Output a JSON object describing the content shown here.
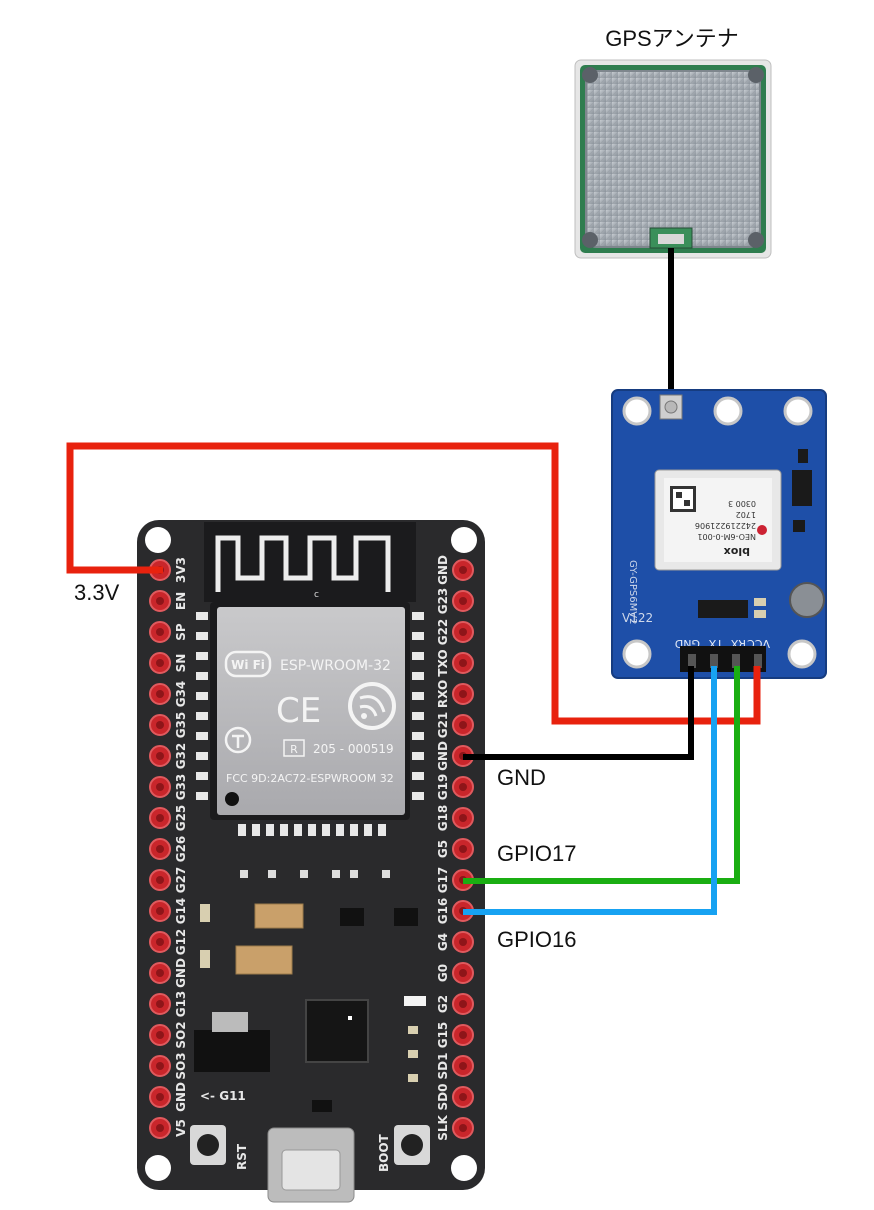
{
  "labels": {
    "antenna_title": "GPSアンテナ",
    "v33": "3.3V",
    "gnd": "GND",
    "gpio17": "GPIO17",
    "gpio16": "GPIO16"
  },
  "esp32": {
    "module_name": "ESP-WROOM-32",
    "cert_number": "205 - 000519",
    "fcc": "FCC 9D:2AC72-ESPWROOM 32",
    "wifi": "Wi Fi",
    "ce": "CE",
    "r_mark": "R",
    "rst": "RST",
    "boot": "BOOT",
    "g11": "<- G11",
    "left_pins": [
      "3V3",
      "EN",
      "SP",
      "SN",
      "G34",
      "G35",
      "G32",
      "G33",
      "G25",
      "G26",
      "G27",
      "G14",
      "G12",
      "GND",
      "G13",
      "SO2",
      "SO3",
      "GND",
      "V5"
    ],
    "right_pins": [
      "GND",
      "G23",
      "G22",
      "TXO",
      "RXO",
      "G21",
      "GND",
      "G19",
      "G18",
      "G5",
      "G17",
      "G16",
      "G4",
      "G0",
      "G2",
      "G15",
      "SD1",
      "SD0",
      "SLK"
    ]
  },
  "gps_module": {
    "board_label": "GY-GPS6MV2",
    "version": "V122",
    "chip_brand": "blox",
    "chip_lines": [
      "NEO-6M-0-001",
      "242219221906",
      "1702",
      "0300 3"
    ],
    "pins": [
      "VCC",
      "RX",
      "TX",
      "GND"
    ]
  },
  "colors": {
    "power_wire": "#e8220e",
    "gnd_wire": "#000000",
    "gpio17_wire": "#1aae12",
    "gpio16_wire": "#17a2f2",
    "esp_board": "#2a2a2c",
    "gps_board": "#1e4fa8",
    "pad": "#c9262b"
  }
}
